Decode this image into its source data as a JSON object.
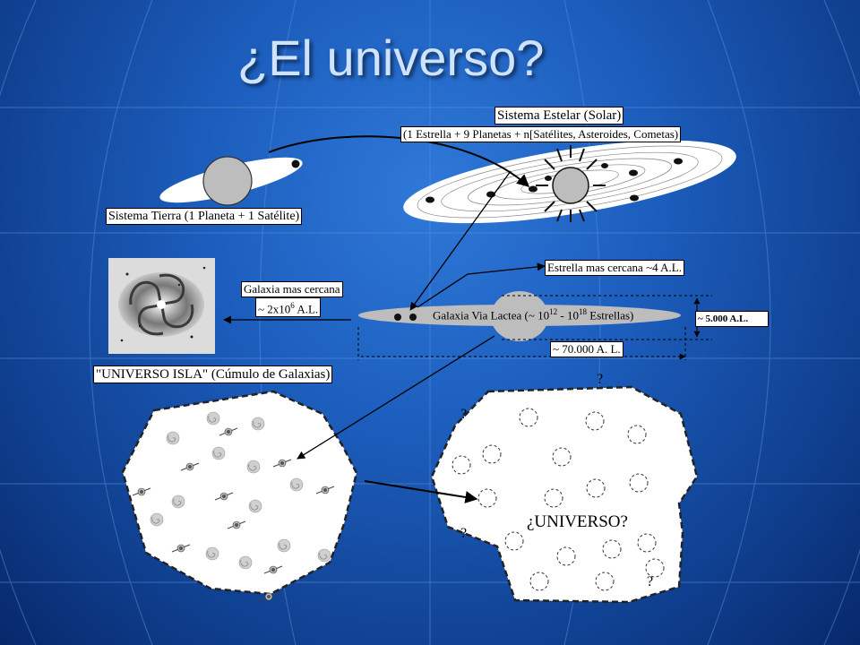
{
  "title": "¿El universo?",
  "labels": {
    "solar_system": "Sistema Estelar (Solar)",
    "solar_detail": "(1 Estrella + 9 Planetas + n[Satélites, Asteroides, Cometas)",
    "earth_system": "Sistema Tierra (1 Planeta + 1 Satélite)",
    "nearest_star": "Estrella mas cercana ~4 A.L.",
    "nearest_galaxy": "Galaxia mas cercana",
    "nearest_galaxy_dist": "~ 2x10",
    "nearest_galaxy_exp": "6",
    "nearest_galaxy_unit": " A.L.",
    "milky_way_a": "Galaxia Via Lactea (~ 10",
    "milky_way_exp1": "12",
    "milky_way_b": " - 10",
    "milky_way_exp2": "18",
    "milky_way_c": " Estrellas)",
    "thickness": "~ 5.000 A.L.",
    "diameter": "~ 70.000 A. L.",
    "island_universe": "\"UNIVERSO ISLA\" (Cúmulo de Galaxias)",
    "universe": "¿UNIVERSO?",
    "question_mark": "?"
  },
  "colors": {
    "background": "#1d5fbf",
    "title": "#cfe3ff",
    "planet": "#bfbfbf",
    "galaxy": "#bdbdbd"
  }
}
